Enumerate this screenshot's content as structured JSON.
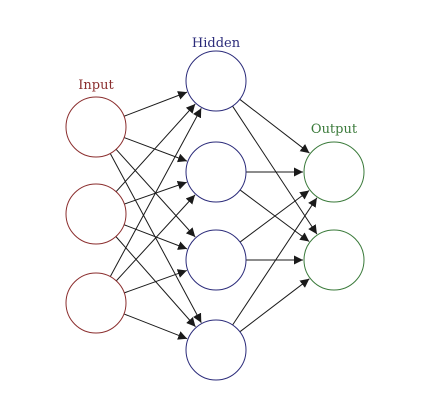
{
  "diagram": {
    "layers": [
      {
        "id": "input",
        "label": "Input",
        "color": "#8b2e2e",
        "nodes": 3
      },
      {
        "id": "hidden",
        "label": "Hidden",
        "color": "#2b2b7a",
        "nodes": 4
      },
      {
        "id": "output",
        "label": "Output",
        "color": "#3a7a3a",
        "nodes": 2
      }
    ],
    "connectivity": "fully-connected",
    "edge_color": "#1a1a1a"
  }
}
